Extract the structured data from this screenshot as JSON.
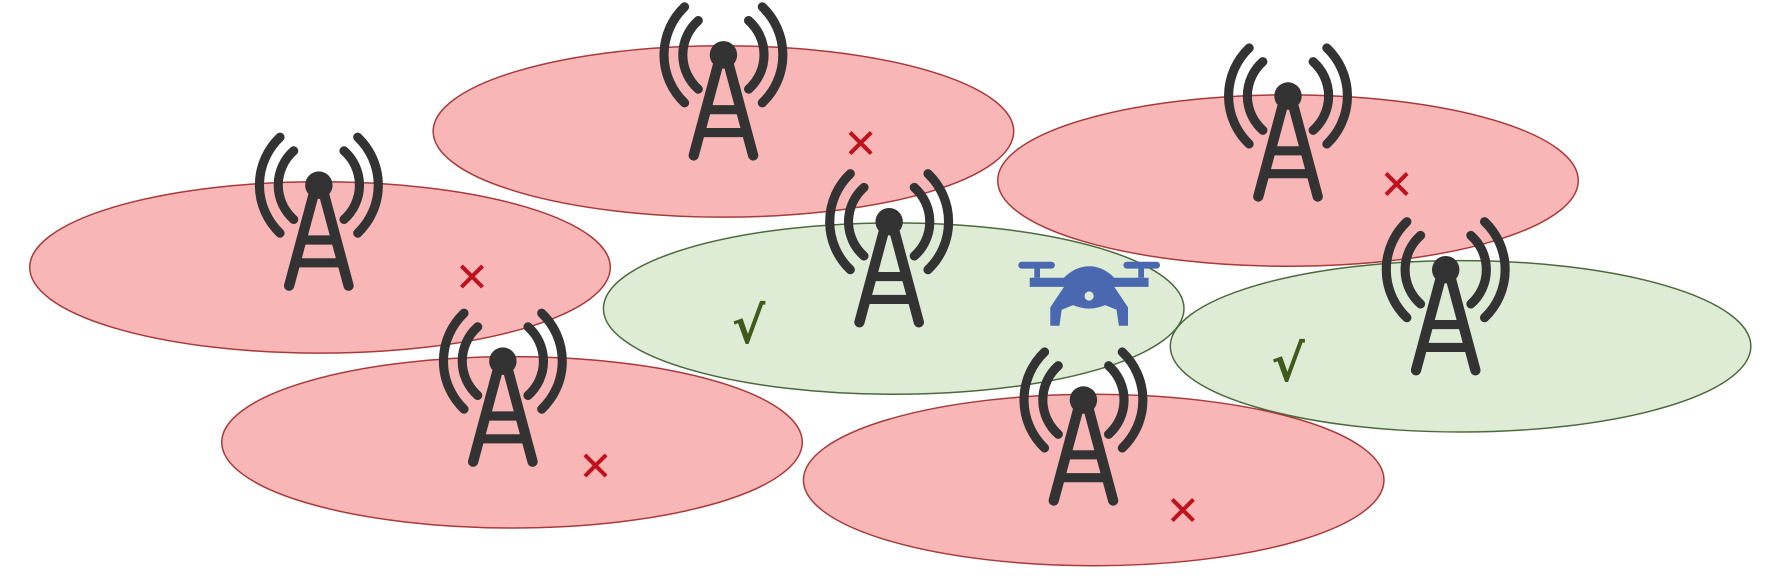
{
  "colors": {
    "blocked_fill": "#f8b6b6",
    "blocked_stroke": "#a83a3a",
    "allowed_fill": "#deecd6",
    "allowed_stroke": "#4b6a3c",
    "blocked_mark": "#c0121c",
    "allowed_mark": "#3f5a1c",
    "tower": "#333333",
    "drone": "#4a68b0"
  },
  "marks": {
    "blocked": "✕",
    "allowed": "√"
  },
  "cells": [
    {
      "status": "blocked",
      "icon": "cell-tower-icon"
    },
    {
      "status": "blocked",
      "icon": "cell-tower-icon"
    },
    {
      "status": "blocked",
      "icon": "cell-tower-icon"
    },
    {
      "status": "allowed",
      "icon": "cell-tower-icon"
    },
    {
      "status": "allowed",
      "icon": "cell-tower-icon"
    },
    {
      "status": "blocked",
      "icon": "cell-tower-icon"
    },
    {
      "status": "blocked",
      "icon": "cell-tower-icon"
    }
  ],
  "drone": {
    "icon": "drone-icon"
  }
}
